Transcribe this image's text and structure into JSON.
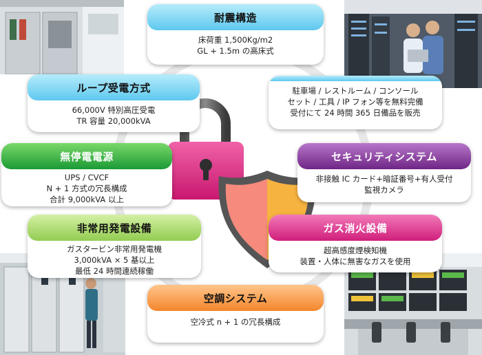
{
  "cards": {
    "seismic": {
      "title": "耐震構造",
      "lines": [
        "床荷重 1,500Kg/m2",
        "GL + 1.5m の高床式"
      ]
    },
    "loop": {
      "title": "ループ受電方式",
      "lines": [
        "66,000V 特別高圧受電",
        "TR 容量 20,000kVA"
      ]
    },
    "ups": {
      "title": "無停電電源",
      "lines": [
        "UPS / CVCF",
        "N + 1 方式の冗長構成",
        "合計 9,000kVA 以上"
      ]
    },
    "generator": {
      "title": "非常用発電設備",
      "lines": [
        "ガスタービン非常用発電機",
        "3,000kVA × 5 基以上",
        "最低 24 時間連続稼働"
      ]
    },
    "aircon": {
      "title": "空調システム",
      "lines": [
        "空冷式 n + 1 の冗長構成"
      ]
    },
    "facility": {
      "lines": [
        "駐車場 / レストルーム / コンソール",
        "セット / 工具 / IP フォン等を無料完備",
        "受付にて 24 時間 365 日備品を販売"
      ]
    },
    "security": {
      "title": "セキュリティシステム",
      "lines": [
        "非接触 IC カード+暗証番号+有人受付",
        "監視カメラ"
      ]
    },
    "fire": {
      "title": "ガス消火設備",
      "lines": [
        "超高感度煙検知機",
        "装置・人体に無害なガスを使用"
      ]
    }
  },
  "colors": {
    "blue": "#5ec8ee",
    "green": "#1b9a36",
    "lime": "#93cc52",
    "orange": "#f3862c",
    "purple": "#6f2586",
    "pink": "#d01e7b",
    "lock": "#e2237f",
    "shield_left": "#f58a7d",
    "shield_right": "#f7b33f"
  },
  "icons": [
    "padlock-icon",
    "shield-icon"
  ]
}
